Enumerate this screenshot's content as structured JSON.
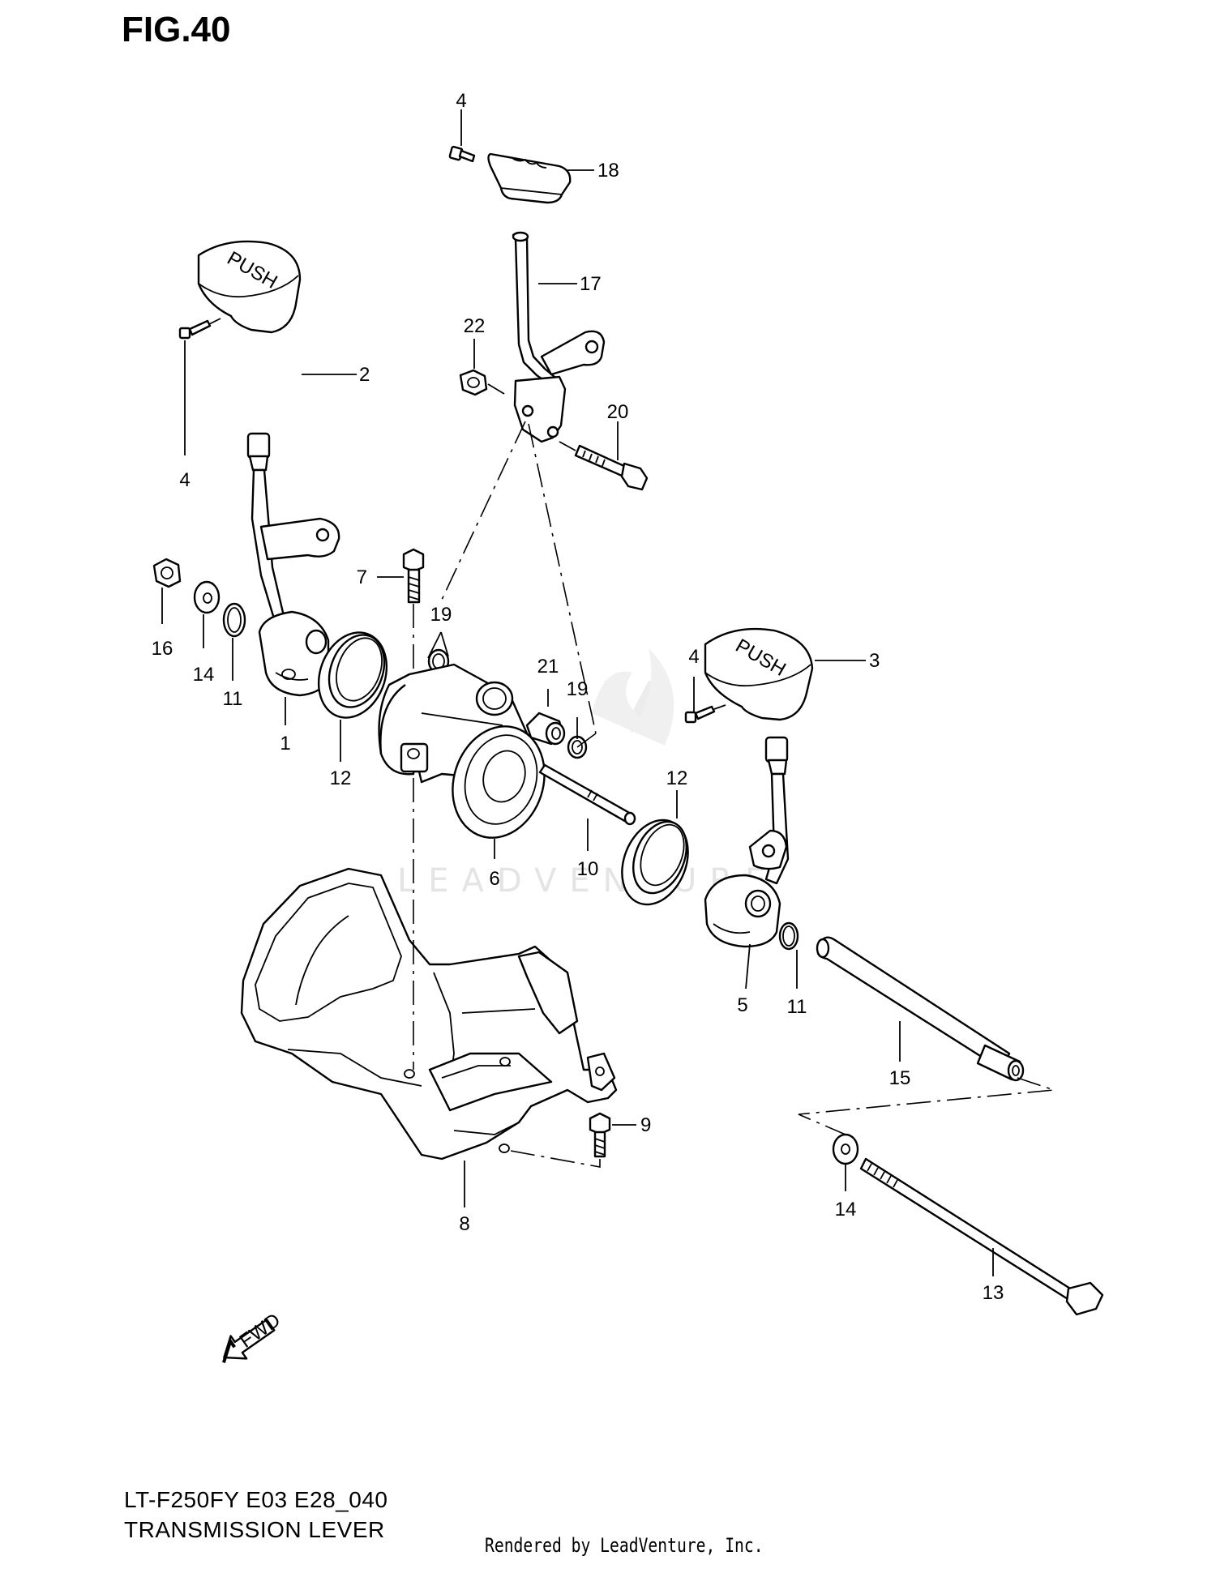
{
  "figure": {
    "title": "FIG.40",
    "model": "LT-F250FY E03 E28_040",
    "name": "TRANSMISSION LEVER"
  },
  "footer": {
    "credit": "Rendered by LeadVenture, Inc."
  },
  "watermark": {
    "text": "LEADVENTURE"
  },
  "arrow": {
    "label": "FWD"
  },
  "knobs": {
    "push_label": "PUSH"
  },
  "callouts": {
    "c1": "1",
    "c2": "2",
    "c3": "3",
    "c4a": "4",
    "c4b": "4",
    "c4c": "4",
    "c5": "5",
    "c6": "6",
    "c7": "7",
    "c8": "8",
    "c9": "9",
    "c10": "10",
    "c11a": "11",
    "c11b": "11",
    "c12a": "12",
    "c12b": "12",
    "c13": "13",
    "c14a": "14",
    "c14b": "14",
    "c15": "15",
    "c16": "16",
    "c17": "17",
    "c18": "18",
    "c19a": "19",
    "c19b": "19",
    "c20": "20",
    "c21": "21",
    "c22": "22"
  },
  "colors": {
    "line": "#000000",
    "background": "#ffffff",
    "watermark": "#e4e4e4"
  }
}
